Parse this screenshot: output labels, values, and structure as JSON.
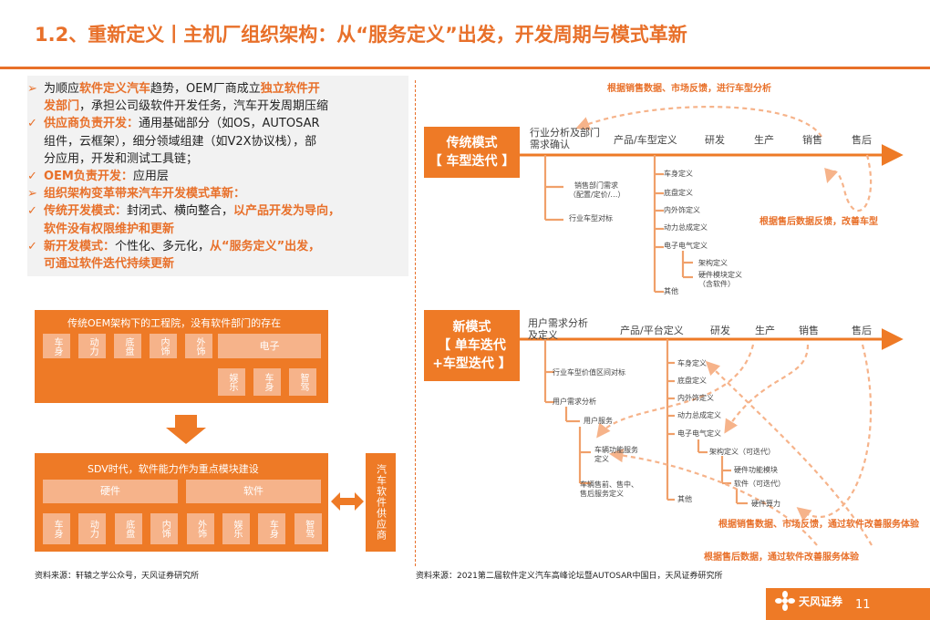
{
  "title": "1.2、重新定义丨主机厂组织架构：从“服务定义”出发，开发周期与模式革新",
  "bullets": [
    {
      "mark": "➢",
      "parts": [
        [
          "为顺应",
          ""
        ],
        [
          "软件定义汽车",
          "hl"
        ],
        [
          "趋势，OEM厂商成立",
          ""
        ],
        [
          "独立软件开",
          "hl"
        ]
      ]
    },
    {
      "mark": "",
      "parts": [
        [
          "发部门",
          "hl"
        ],
        [
          "，承担公司级软件开发任务，汽车开发周期压缩",
          ""
        ]
      ]
    },
    {
      "mark": "✓",
      "parts": [
        [
          "供应商负责开发：",
          "hl"
        ],
        [
          "通用基础部分（如OS，AUTOSAR",
          ""
        ]
      ]
    },
    {
      "mark": "",
      "parts": [
        [
          "组件，云框架），细分领域组建（如V2X协议栈），部",
          ""
        ]
      ]
    },
    {
      "mark": "",
      "parts": [
        [
          "分应用，开发和测试工具链；",
          ""
        ]
      ]
    },
    {
      "mark": "✓",
      "parts": [
        [
          "OEM负责开发：",
          "hl"
        ],
        [
          "应用层",
          ""
        ]
      ]
    },
    {
      "mark": "➢",
      "parts": [
        [
          "组织架构变革带来汽车开发模式革新：",
          "hl"
        ]
      ]
    },
    {
      "mark": "✓",
      "parts": [
        [
          "传统开发模式：",
          "hl"
        ],
        [
          "封闭式、横向整合，",
          ""
        ],
        [
          "以产品开发为导向，",
          "hl"
        ]
      ]
    },
    {
      "mark": "",
      "parts": [
        [
          "软件没有权限维护和更新",
          "hl"
        ]
      ]
    },
    {
      "mark": "✓",
      "parts": [
        [
          "新开发模式：",
          "hl"
        ],
        [
          "个性化、多元化，",
          ""
        ],
        [
          "从“服务定义”出发，",
          "hl"
        ]
      ]
    },
    {
      "mark": "",
      "parts": [
        [
          "可通过软件迭代持续更新",
          "hl"
        ]
      ]
    }
  ],
  "left_diagram": {
    "top_title": "传统OEM架构下的工程院，没有软件部门的存在",
    "top_tiles": [
      "车身",
      "动力",
      "底盘",
      "内饰",
      "外饰"
    ],
    "top_electronics": "电子",
    "top_sub_tiles": [
      "娱乐",
      "车身",
      "智驾"
    ],
    "bottom_title": "SDV时代，软件能力作为重点模块建设",
    "hardware": "硬件",
    "software": "软件",
    "bottom_tiles": [
      "车身",
      "动力",
      "底盘",
      "内饰",
      "外饰",
      "娱乐",
      "车身",
      "智驾"
    ],
    "supplier": "汽车软件供应商"
  },
  "sources": {
    "left": "资料来源：轩辕之学公众号，天风证券研究所",
    "right": "资料来源：2021第二届软件定义汽车高峰论坛暨AUTOSAR中国日，天风证券研究所"
  },
  "traditional": {
    "mode_line1": "传统模式",
    "mode_line2": "【 车型迭代 】",
    "stages": [
      "行业分析及部门需求确认",
      "产品/车型定义",
      "研发",
      "生产",
      "销售",
      "售后"
    ],
    "left_nodes": [
      "销售部门需求（配置/定价/…）",
      "行业车型对标"
    ],
    "rd_nodes": [
      "车身定义",
      "底盘定义",
      "内外饰定义",
      "动力总成定义",
      "电子电气定义",
      "架构定义",
      "硬件模块定义（含软件）",
      "其他"
    ],
    "anno_top": "根据销售数据、市场反馈，进行车型分析",
    "anno_right": "根据售后数据反馈，改善车型"
  },
  "newmode": {
    "mode_line1": "新模式",
    "mode_line2": "【 单车迭代",
    "mode_line3": "+车型迭代 】",
    "stages": [
      "用户需求分析及定义",
      "产品/平台定义",
      "研发",
      "生产",
      "销售",
      "售后"
    ],
    "left_nodes": [
      "行业车型价值区间对标",
      "用户需求分析",
      "用户服务",
      "车辆功能服务定义",
      "车辆售前、售中、售后服务定义"
    ],
    "rd_nodes": [
      "车身定义",
      "底盘定义",
      "内外饰定义",
      "动力总成定义",
      "电子电气定义",
      "架构定义（可迭代）",
      "硬件功能模块",
      "软件（可迭代）",
      "硬件算力",
      "其他"
    ],
    "anno_1": "根据销售数据、市场反馈，通过软件改善服务体验",
    "anno_2": "根据售后数据，通过软件改善服务体验"
  },
  "footer": {
    "brand": "天风证券",
    "page": "11"
  },
  "colors": {
    "accent": "#ee7a26",
    "tile": "#f6b38a",
    "annotation": "#e8702a"
  }
}
